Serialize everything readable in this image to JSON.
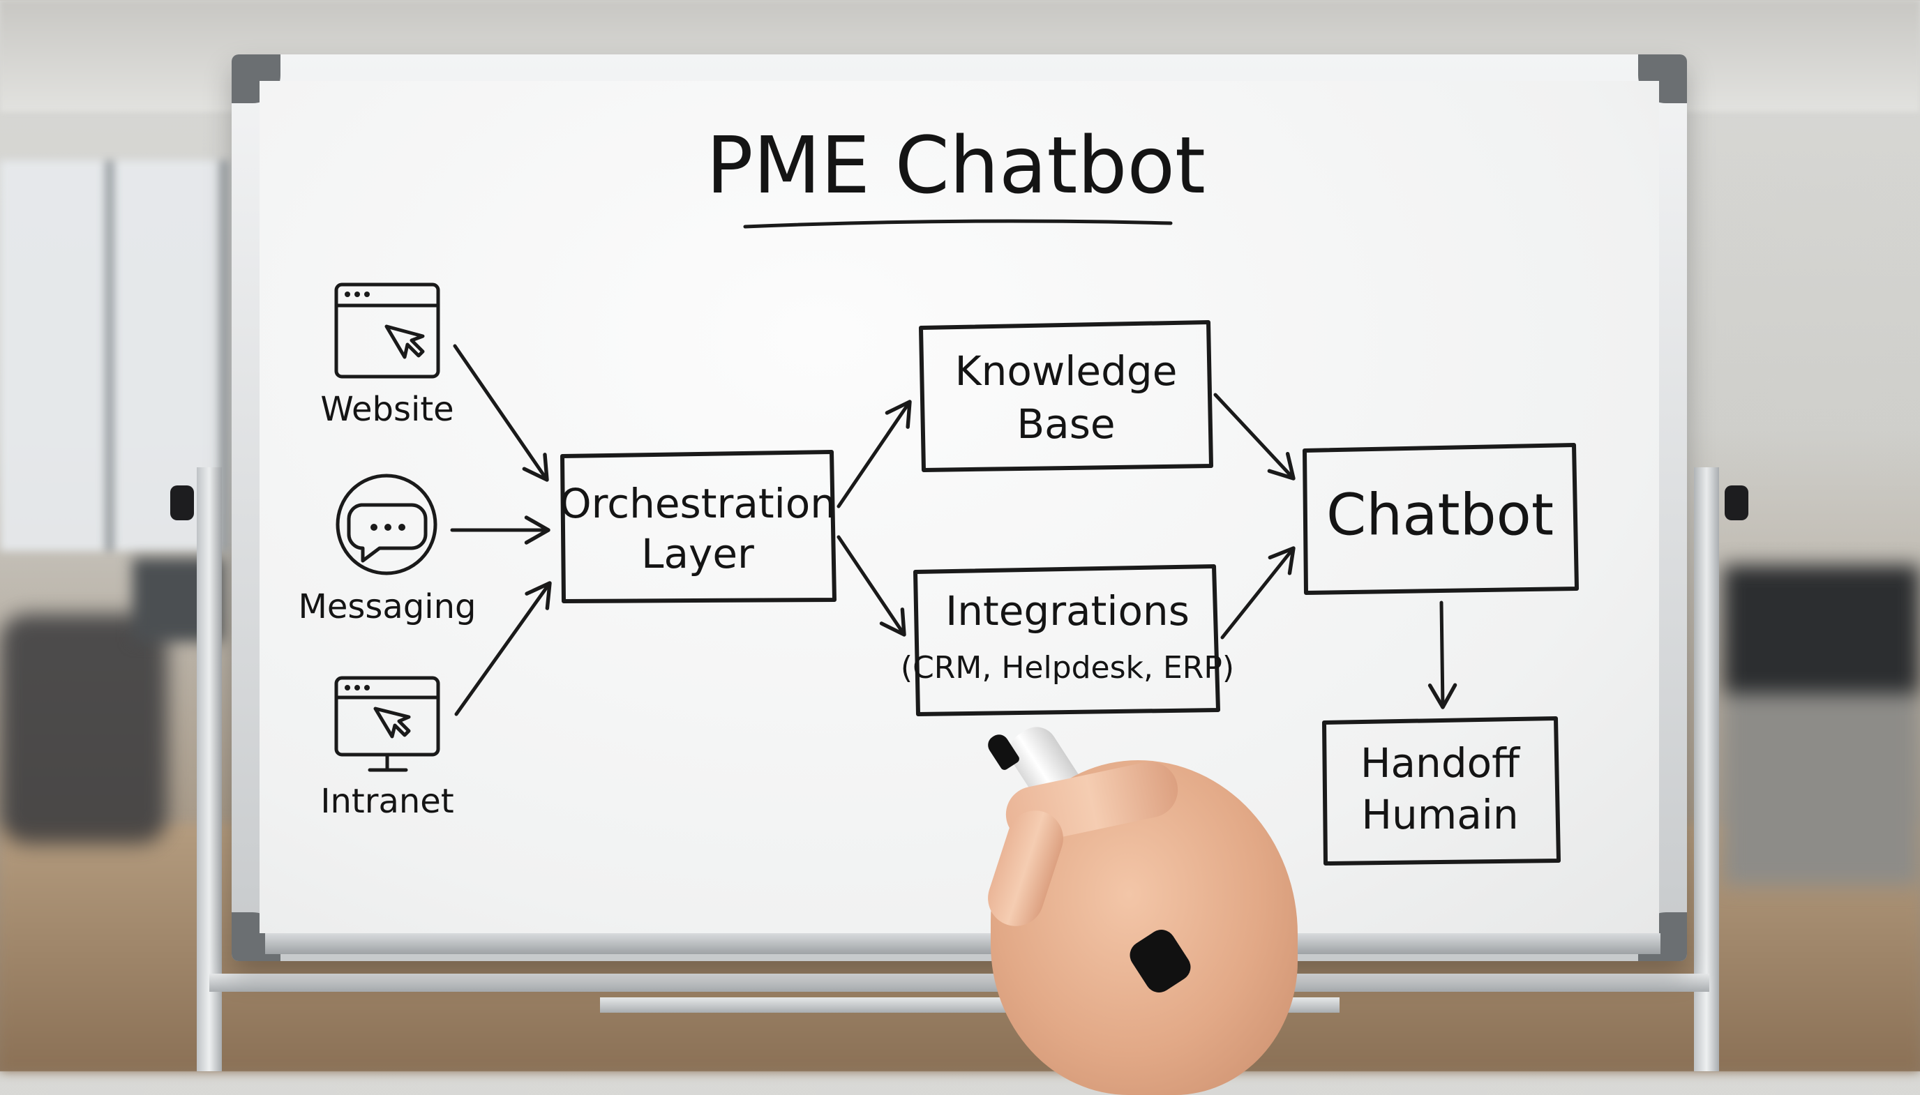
{
  "title": "PME Chatbot",
  "sources": [
    {
      "id": "website",
      "label": "Website",
      "icon": "browser-window-cursor-icon"
    },
    {
      "id": "messaging",
      "label": "Messaging",
      "icon": "chat-bubble-icon"
    },
    {
      "id": "intranet",
      "label": "Intranet",
      "icon": "monitor-cursor-icon"
    }
  ],
  "nodes": {
    "orchestration": {
      "line1": "Orchestration",
      "line2": "Layer"
    },
    "knowledge": {
      "line1": "Knowledge",
      "line2": "Base"
    },
    "integrations": {
      "line1": "Integrations",
      "line2": "(CRM, Helpdesk, ERP)"
    },
    "chatbot": {
      "line1": "Chatbot"
    },
    "handoff": {
      "line1": "Handoff",
      "line2": "Humain"
    }
  },
  "edges": [
    {
      "from": "website",
      "to": "orchestration"
    },
    {
      "from": "messaging",
      "to": "orchestration"
    },
    {
      "from": "intranet",
      "to": "orchestration"
    },
    {
      "from": "orchestration",
      "to": "knowledge"
    },
    {
      "from": "orchestration",
      "to": "integrations"
    },
    {
      "from": "knowledge",
      "to": "chatbot"
    },
    {
      "from": "integrations",
      "to": "chatbot"
    },
    {
      "from": "chatbot",
      "to": "handoff"
    }
  ],
  "colors": {
    "ink": "#1a1a1a",
    "board": "#f5f6f6",
    "frame": "#c7cacc"
  }
}
